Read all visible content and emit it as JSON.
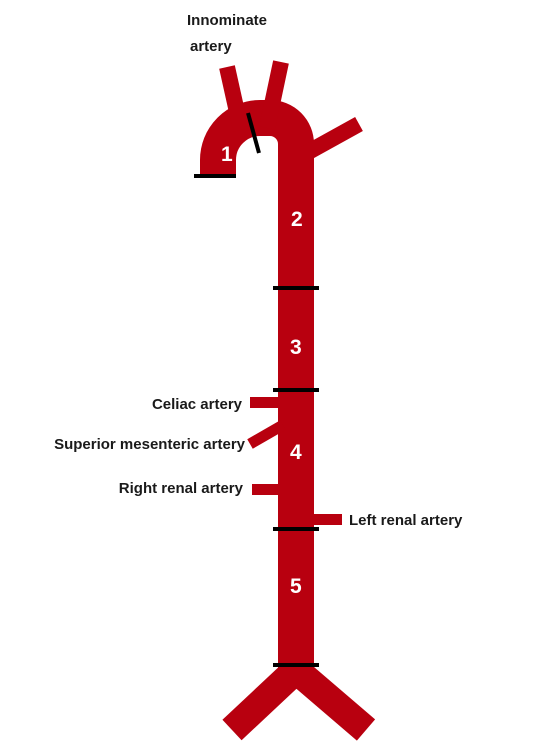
{
  "labels": {
    "innominate_line1": "Innominate",
    "innominate_line2": "artery",
    "celiac": "Celiac  artery",
    "superior_mesenteric": "Superior mesenteric artery",
    "right_renal": "Right renal  artery",
    "left_renal": "Left renal artery"
  },
  "segments": [
    "1",
    "2",
    "3",
    "4",
    "5"
  ],
  "colors": {
    "vessel": "#b8000f",
    "clamp": "#000000",
    "segment_number": "#ffffff",
    "label_text": "#1a1a1a"
  }
}
